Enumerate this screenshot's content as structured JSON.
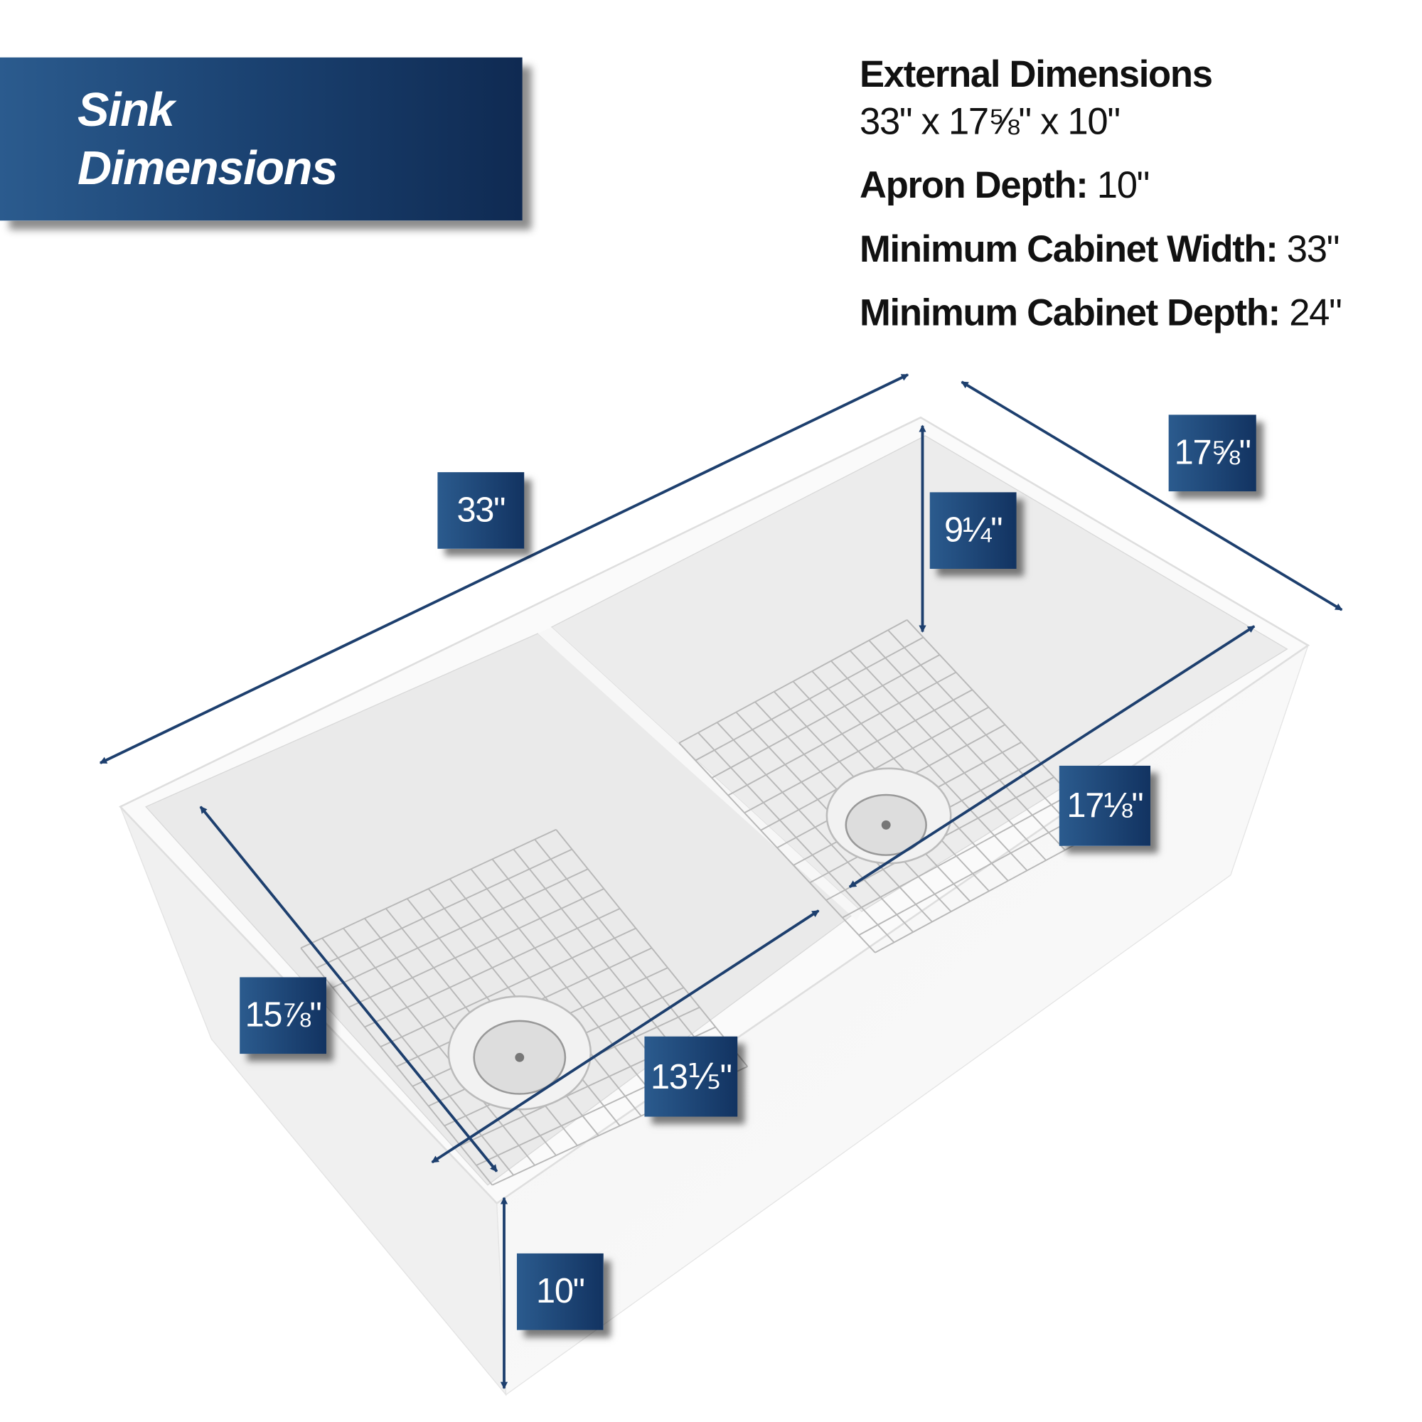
{
  "title": {
    "line1": "Sink",
    "line2": "Dimensions"
  },
  "specs": {
    "external_heading": "External Dimensions",
    "external_value": "33\" x 17⅝\" x 10\"",
    "apron_label": "Apron Depth:",
    "apron_value": " 10\"",
    "width_label": "Minimum Cabinet Width:",
    "width_value": " 33\"",
    "depth_label": "Minimum Cabinet Depth:",
    "depth_value": " 24\""
  },
  "dimensions": {
    "overall_length": "33\"",
    "overall_depth": "17⅝\"",
    "bowl_depth": "9¼\"",
    "right_bowl_length": "17⅛\"",
    "left_bowl_width": "15⅞\"",
    "left_bowl_length": "13⅕\"",
    "apron_height": "10\""
  },
  "colors": {
    "accent": "#1a4170",
    "arrow": "#1d3f6e"
  }
}
